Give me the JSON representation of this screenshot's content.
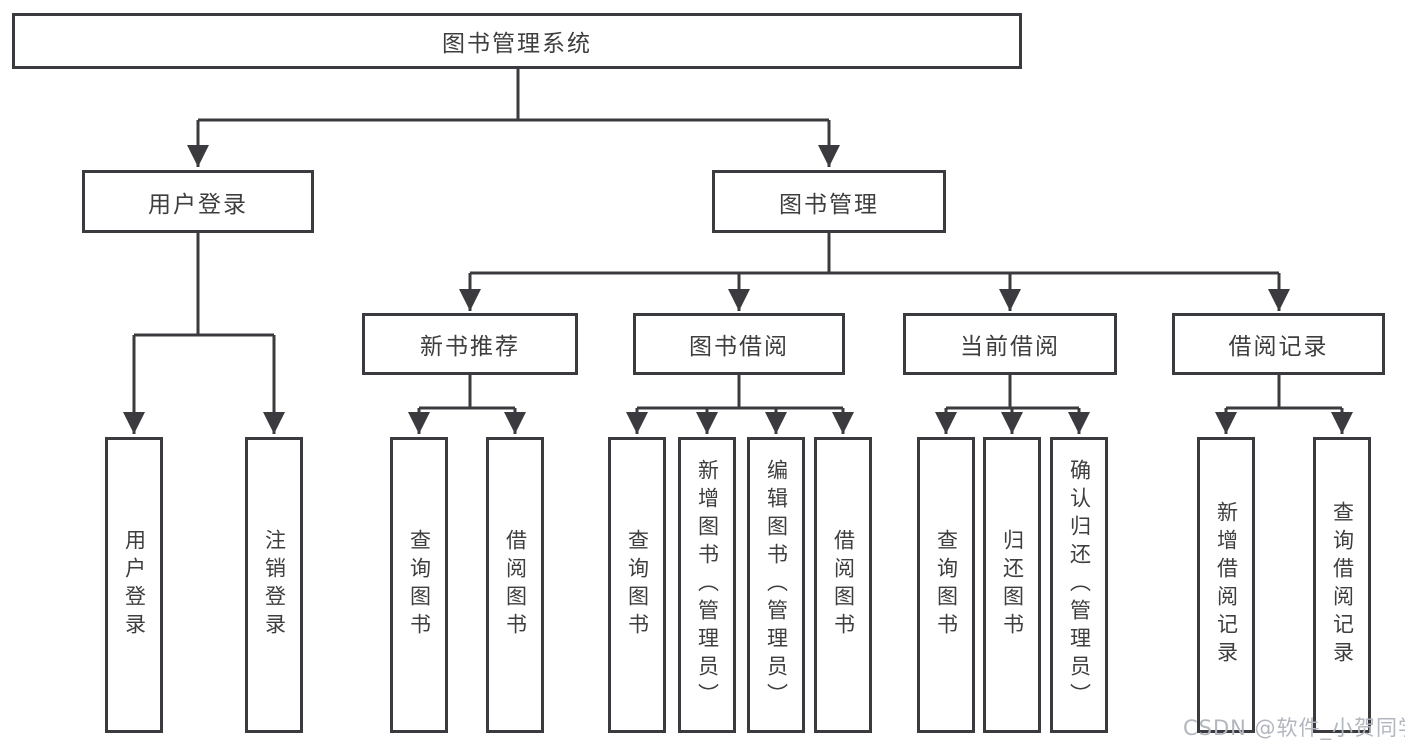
{
  "colors": {
    "line": "#3b3b3f",
    "text": "#3e3e3e",
    "node_fill": "#ffffff",
    "watermark": "#b2b6bf"
  },
  "tree": {
    "root": "图书管理系统",
    "branches": [
      {
        "label": "用户登录",
        "leaves": [
          "用户登录",
          "注销登录"
        ]
      },
      {
        "label": "图书管理",
        "sections": [
          {
            "label": "新书推荐",
            "leaves": [
              "查询图书",
              "借阅图书"
            ]
          },
          {
            "label": "图书借阅",
            "leaves": [
              "查询图书",
              "新增图书（管理员）",
              "编辑图书（管理员）",
              "借阅图书"
            ]
          },
          {
            "label": "当前借阅",
            "leaves": [
              "查询图书",
              "归还图书",
              "确认归还（管理员）"
            ]
          },
          {
            "label": "借阅记录",
            "leaves": [
              "新增借阅记录",
              "查询借阅记录"
            ]
          }
        ]
      }
    ]
  },
  "watermark": "CSDN @软件_小贺同学"
}
